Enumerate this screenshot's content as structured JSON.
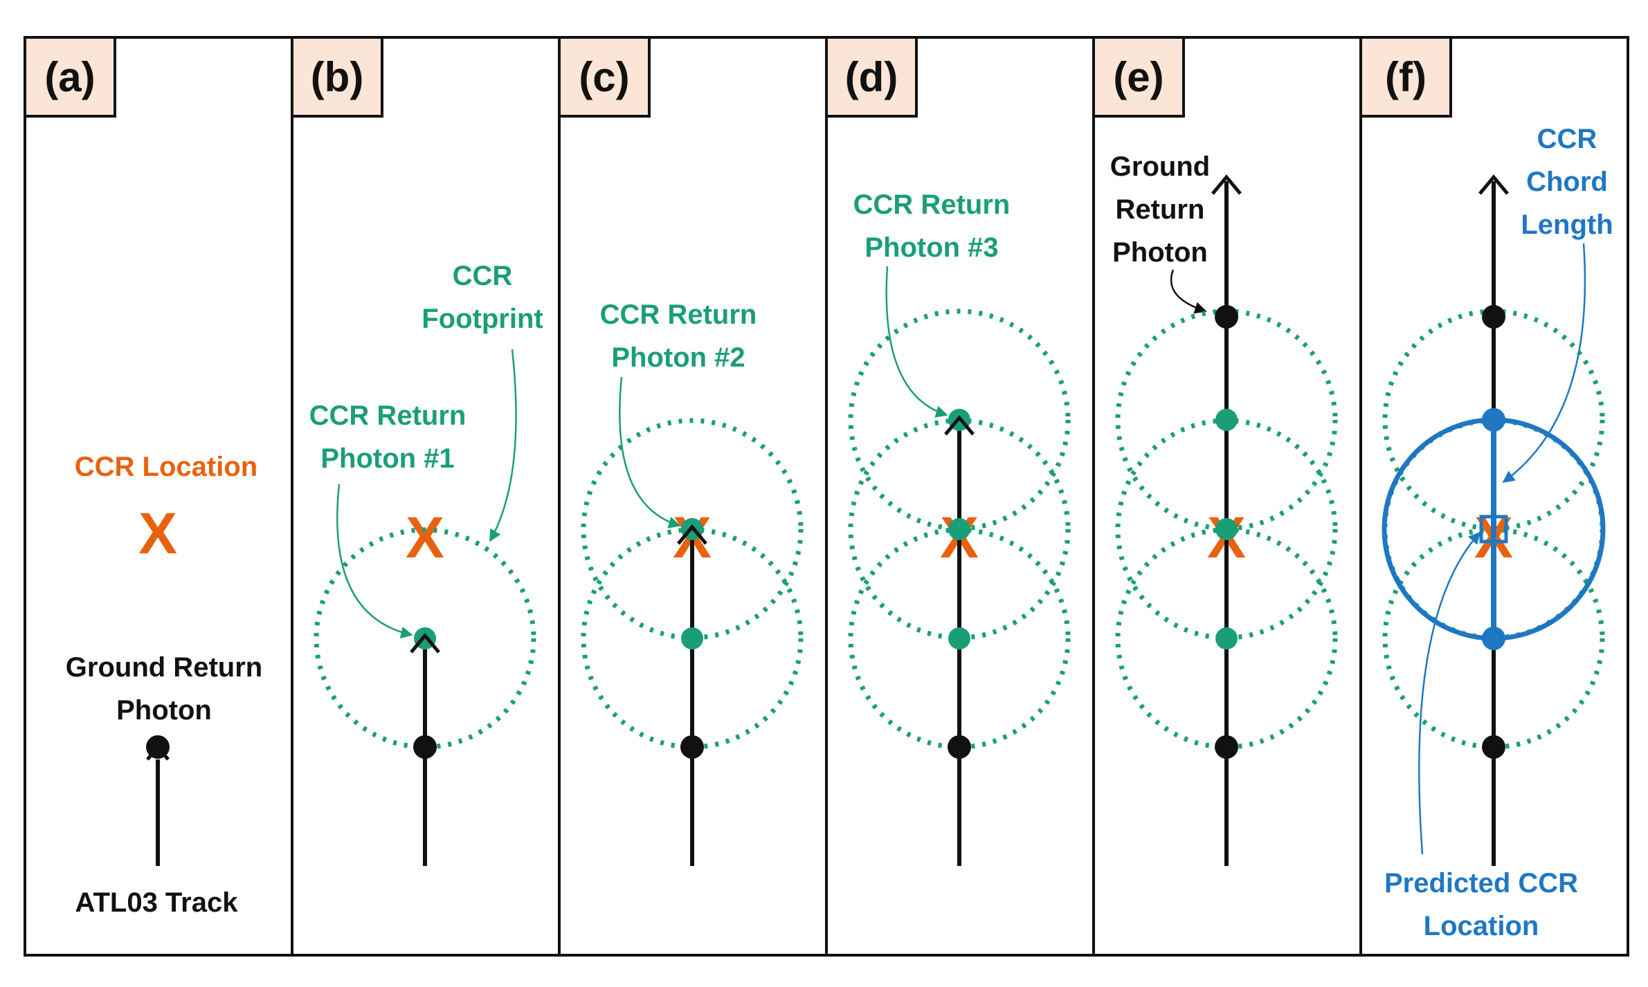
{
  "colors": {
    "frame": "#111111",
    "label_bg": "#fbe5d6",
    "green": "#1a9e77",
    "orange": "#e8620e",
    "blue": "#1f77c4",
    "black": "#111111"
  },
  "panels": [
    {
      "label": "(a)",
      "texts": {
        "ccr_location": "CCR Location",
        "x_mark": "X",
        "ground_line1": "Ground Return",
        "ground_line2": "Photon",
        "track": "ATL03 Track"
      }
    },
    {
      "label": "(b)",
      "texts": {
        "footprint_line1": "CCR",
        "footprint_line2": "Footprint",
        "photon1_line1": "CCR Return",
        "photon1_line2": "Photon #1",
        "x_mark": "X"
      }
    },
    {
      "label": "(c)",
      "texts": {
        "photon2_line1": "CCR Return",
        "photon2_line2": "Photon #2",
        "x_mark": "X"
      }
    },
    {
      "label": "(d)",
      "texts": {
        "photon3_line1": "CCR Return",
        "photon3_line2": "Photon #3",
        "x_mark": "X"
      }
    },
    {
      "label": "(e)",
      "texts": {
        "ground_line1": "Ground",
        "ground_line2": "Return",
        "ground_line3": "Photon",
        "x_mark": "X"
      }
    },
    {
      "label": "(f)",
      "texts": {
        "chord_line1": "CCR",
        "chord_line2": "Chord",
        "chord_line3": "Length",
        "predicted_line1": "Predicted CCR",
        "predicted_line2": "Location",
        "x_mark": "X"
      }
    }
  ]
}
